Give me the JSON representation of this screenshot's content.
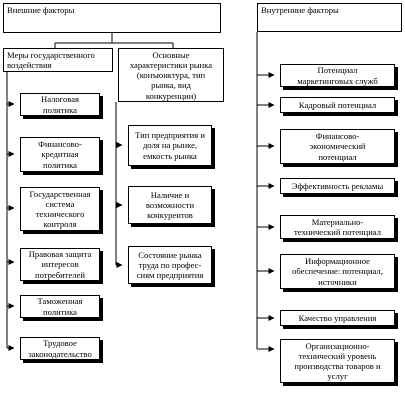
{
  "external": {
    "title": "Внешние факторы",
    "gov_header": "Меры государственного\nвоздействия",
    "market_header": "Основные\nхарактеристики рынка\n(конъюнктура, тип\nрынка, вид\nконкуренции)",
    "gov_items": [
      "Налоговая\nполитика",
      "Финансово-\nкредитная\nполитика",
      "Государственная\nсистема\nтехнического\nконтроля",
      "Правовая защита\nинтересов\nпотребителей",
      "Таможенная\nполитика",
      "Трудовое\nзаконодательство"
    ],
    "market_items": [
      "Тип предприятия и\nдоля на рынке,\nемкость рынка",
      "Наличие и\nвозможности\nконкурентов",
      "Состояние рынка\nтруда по профес-\nсиям предприятия"
    ]
  },
  "internal": {
    "title": "Внутренние факторы",
    "items": [
      "Потенциал\nмаркетинговых служб",
      "Кадровый потенциал",
      "Финансово-\nэкономический\nпотенциал",
      "Эффективность рекламы",
      "Материально-\nтехнический потенциал",
      "Информационное\nобеспечение: потенциал,\nисточники",
      "Качество управления",
      "Организационно-\nтехнический уровень\nпроизводства товаров и\nуслуг"
    ]
  }
}
